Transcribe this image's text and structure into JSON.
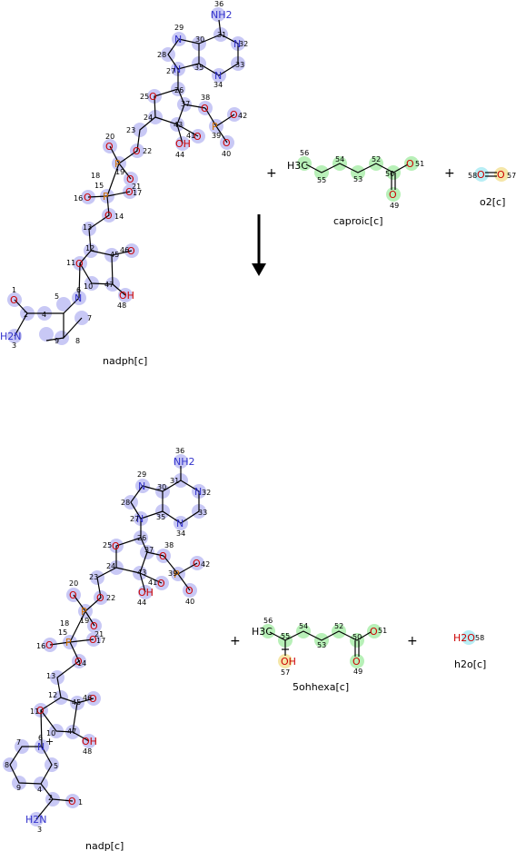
{
  "reaction": {
    "reactants": [
      {
        "id": "nadph",
        "label": "nadph[c]"
      },
      {
        "id": "caproic",
        "label": "caproic[c]"
      },
      {
        "id": "o2",
        "label": "o2[c]"
      }
    ],
    "products": [
      {
        "id": "nadp",
        "label": "nadp[c]"
      },
      {
        "id": "5ohhexa",
        "label": "5ohhexa[c]"
      },
      {
        "id": "h2o",
        "label": "h2o[c]"
      }
    ],
    "plus_sign": "+",
    "arrow": "down-arrow"
  },
  "atom_text": {
    "nh2": "NH2",
    "n": "N",
    "o": "O",
    "p": "P",
    "oh": "OH",
    "h2n": "H2N",
    "h3c": "H3C",
    "h2o": "H2O",
    "minus": "-",
    "plus": "+",
    "double_eq": "="
  },
  "colors": {
    "nad_highlight": "#c8c8f5",
    "caproate_highlight": "#b8f0b8",
    "o2_highlight_a": "#b8eef5",
    "o2_highlight_b": "#f5e6a8",
    "oh_highlight": "#f5e6a8",
    "nitrogen": "#3333cc",
    "oxygen": "#cc0000",
    "phosphorus": "#d07000",
    "bond": "#000000"
  }
}
